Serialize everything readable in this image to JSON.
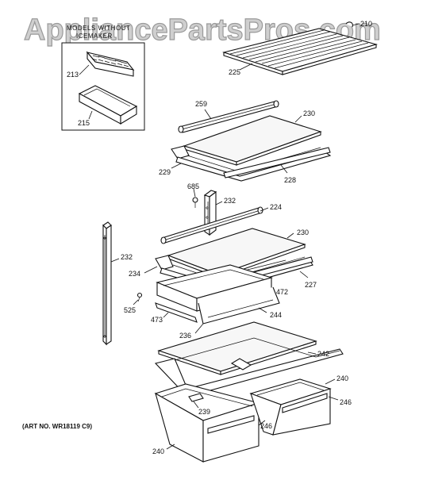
{
  "watermark": "AppliancePartsPros.com",
  "inset_caption": [
    "MODELS WITHOUT",
    "ICEMAKER"
  ],
  "art_number": "(ART NO. WR18119 C9)",
  "labels": {
    "l213": "213",
    "l215": "215",
    "l225": "225",
    "l210": "210",
    "l259": "259",
    "l230a": "230",
    "l229": "229",
    "l228": "228",
    "l685": "685",
    "l232a": "232",
    "l224": "224",
    "l230b": "230",
    "l232b": "232",
    "l234": "234",
    "l227": "227",
    "l472": "472",
    "l525": "525",
    "l473": "473",
    "l244": "244",
    "l236": "236",
    "l242": "242",
    "l240a": "240",
    "l246a": "246",
    "l239": "239",
    "l246b": "246",
    "l240b": "240"
  }
}
